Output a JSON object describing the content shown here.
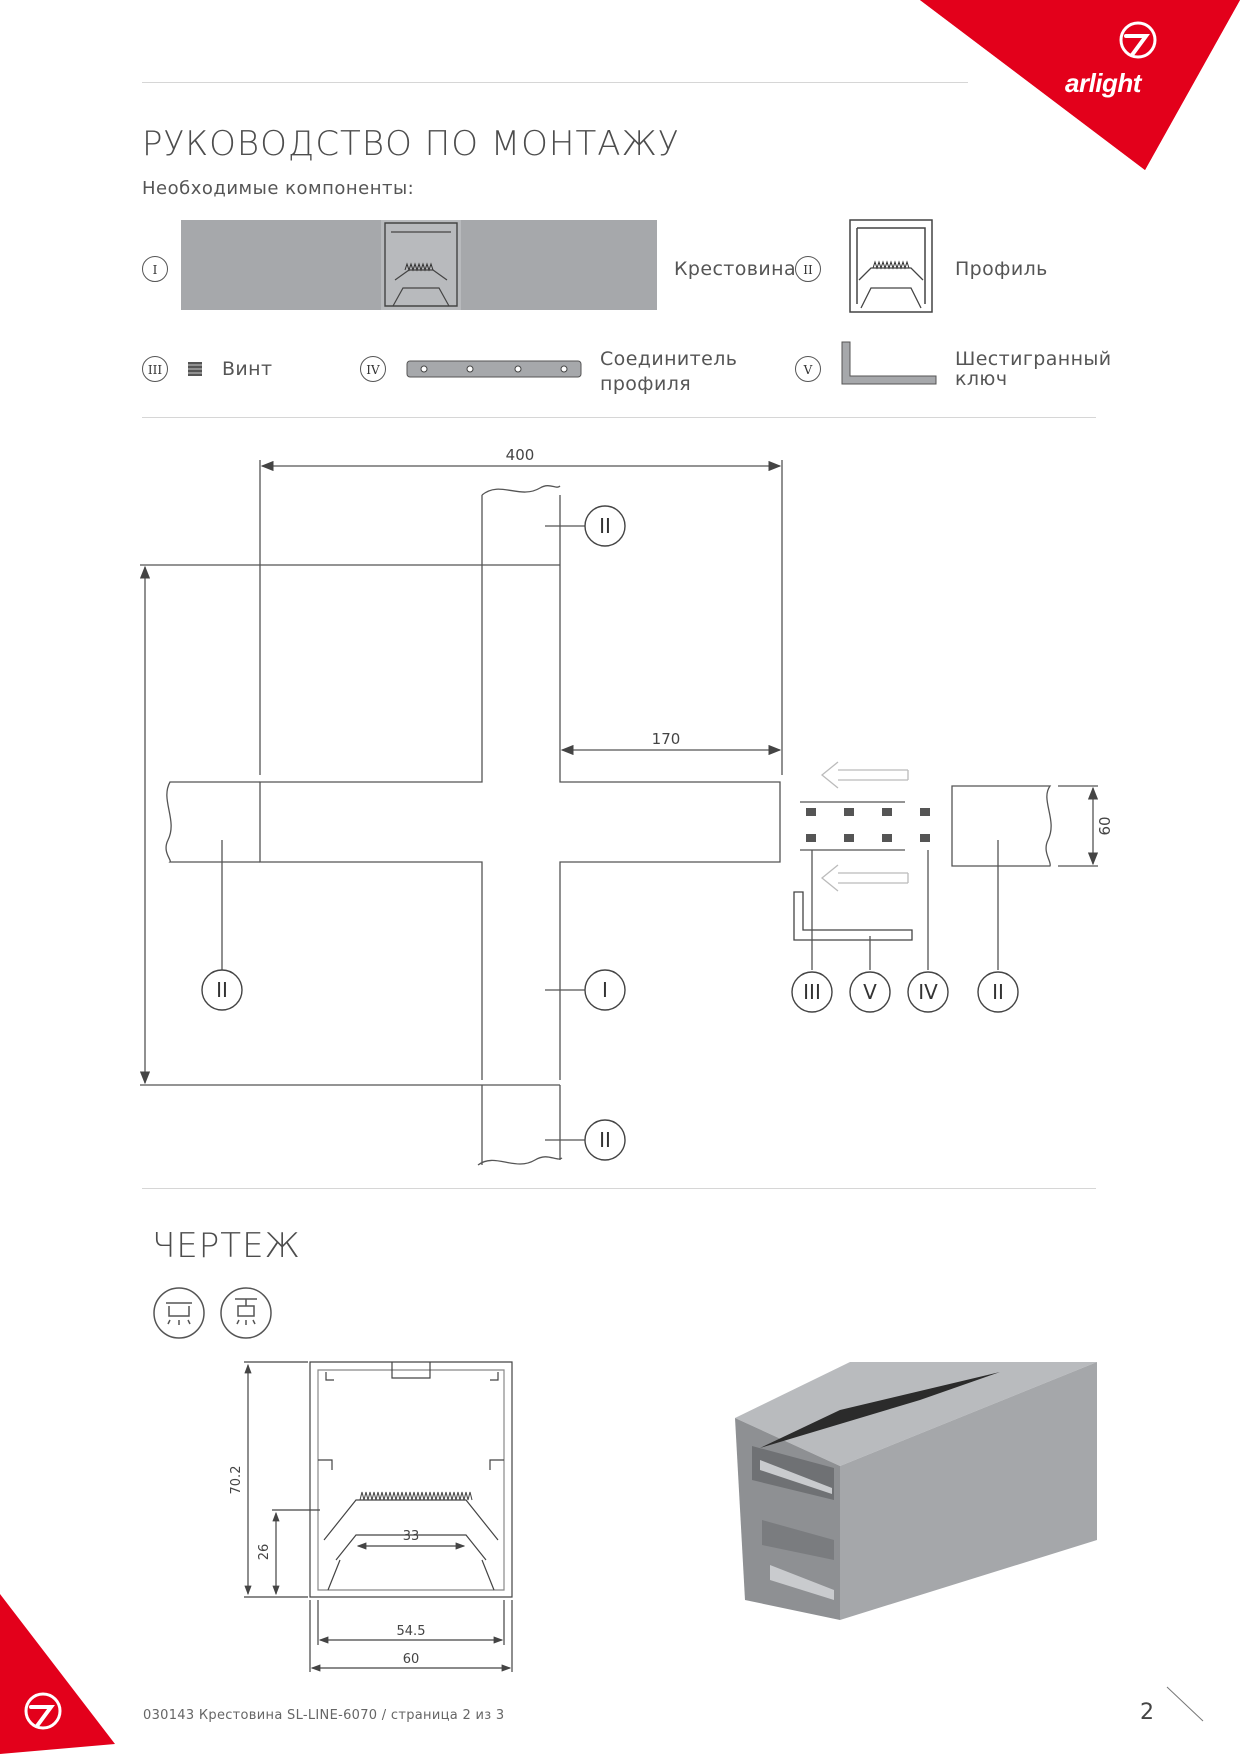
{
  "brand": {
    "name": "arlight"
  },
  "section_install": {
    "title": "РУКОВОДСТВО ПО МОНТАЖУ",
    "subtitle": "Необходимые компоненты:"
  },
  "components": [
    {
      "num": "I",
      "label": "Крестовина"
    },
    {
      "num": "II",
      "label": "Профиль"
    },
    {
      "num": "III",
      "label": "Винт"
    },
    {
      "num": "IV",
      "label_line1": "Соединитель",
      "label_line2": "профиля"
    },
    {
      "num": "V",
      "label_line1": "Шестигранный",
      "label_line2": "ключ"
    }
  ],
  "assembly": {
    "dim_width": "400",
    "dim_arm": "170",
    "dim_height": "60",
    "callouts": {
      "top": "II",
      "left": "II",
      "center": "I",
      "bottom": "II",
      "screw": "III",
      "key": "V",
      "connector": "IV",
      "profile": "II"
    }
  },
  "section_drawing": {
    "title": "ЧЕРТЕЖ",
    "dims": {
      "height": "70.2",
      "lower": "26",
      "inner": "33",
      "inner_width": "54.5",
      "width": "60"
    }
  },
  "footer": {
    "text": "030143 Крестовина SL-LINE-6070 / страница 2 из 3",
    "page": "2"
  },
  "colors": {
    "brand_red": "#e3001b",
    "profile_gray": "#a6a8ab",
    "line": "#555555"
  }
}
